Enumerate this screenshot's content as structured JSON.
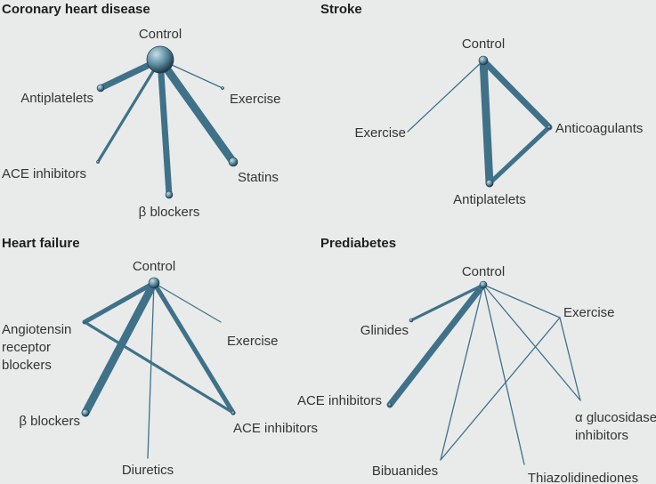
{
  "colors": {
    "background": "#e9ebeb",
    "edge": "#3f7189",
    "node_dark": "#1f3c4c",
    "node_light": "#c7dde6",
    "text": "#333333"
  },
  "panels": [
    {
      "title": "Coronary heart disease",
      "nodes": [
        {
          "id": "control",
          "label": "Control"
        },
        {
          "id": "antiplatelets",
          "label": "Antiplatelets"
        },
        {
          "id": "exercise",
          "label": "Exercise"
        },
        {
          "id": "ace",
          "label": "ACE inhibitors"
        },
        {
          "id": "statins",
          "label": "Statins"
        },
        {
          "id": "beta",
          "label": "β blockers"
        }
      ],
      "edges": [
        {
          "from": "control",
          "to": "antiplatelets",
          "weight": 4
        },
        {
          "from": "control",
          "to": "exercise",
          "weight": 1
        },
        {
          "from": "control",
          "to": "ace",
          "weight": 2
        },
        {
          "from": "control",
          "to": "statins",
          "weight": 5
        },
        {
          "from": "control",
          "to": "beta",
          "weight": 4
        }
      ]
    },
    {
      "title": "Stroke",
      "nodes": [
        {
          "id": "control",
          "label": "Control"
        },
        {
          "id": "exercise",
          "label": "Exercise"
        },
        {
          "id": "anticoagulants",
          "label": "Anticoagulants"
        },
        {
          "id": "antiplatelets",
          "label": "Antiplatelets"
        }
      ],
      "edges": [
        {
          "from": "control",
          "to": "exercise",
          "weight": 1
        },
        {
          "from": "control",
          "to": "anticoagulants",
          "weight": 4
        },
        {
          "from": "control",
          "to": "antiplatelets",
          "weight": 5
        },
        {
          "from": "anticoagulants",
          "to": "antiplatelets",
          "weight": 3
        }
      ]
    },
    {
      "title": "Heart failure",
      "nodes": [
        {
          "id": "control",
          "label": "Control"
        },
        {
          "id": "arb",
          "label": "Angiotensin receptor blockers",
          "lines": [
            "Angiotensin",
            "receptor",
            "blockers"
          ]
        },
        {
          "id": "exercise",
          "label": "Exercise"
        },
        {
          "id": "beta",
          "label": "β blockers"
        },
        {
          "id": "ace",
          "label": "ACE inhibitors"
        },
        {
          "id": "diuretics",
          "label": "Diuretics"
        }
      ],
      "edges": [
        {
          "from": "control",
          "to": "arb",
          "weight": 3
        },
        {
          "from": "control",
          "to": "exercise",
          "weight": 1
        },
        {
          "from": "control",
          "to": "beta",
          "weight": 5
        },
        {
          "from": "control",
          "to": "ace",
          "weight": 3
        },
        {
          "from": "control",
          "to": "diuretics",
          "weight": 1
        },
        {
          "from": "arb",
          "to": "ace",
          "weight": 2
        }
      ]
    },
    {
      "title": "Prediabetes",
      "nodes": [
        {
          "id": "control",
          "label": "Control"
        },
        {
          "id": "glinides",
          "label": "Glinides"
        },
        {
          "id": "exercise",
          "label": "Exercise"
        },
        {
          "id": "ace",
          "label": "ACE inhibitors"
        },
        {
          "id": "alpha",
          "label": "α glucosidase inhibitors",
          "lines": [
            "α glucosidase",
            "inhibitors"
          ]
        },
        {
          "id": "biguanides",
          "label": "Bibuanides"
        },
        {
          "id": "tzd",
          "label": "Thiazolidinediones"
        }
      ],
      "edges": [
        {
          "from": "control",
          "to": "glinides",
          "weight": 2
        },
        {
          "from": "control",
          "to": "exercise",
          "weight": 1
        },
        {
          "from": "control",
          "to": "ace",
          "weight": 4
        },
        {
          "from": "control",
          "to": "alpha",
          "weight": 1
        },
        {
          "from": "control",
          "to": "biguanides",
          "weight": 1
        },
        {
          "from": "control",
          "to": "tzd",
          "weight": 1
        },
        {
          "from": "exercise",
          "to": "biguanides",
          "weight": 1
        },
        {
          "from": "exercise",
          "to": "alpha",
          "weight": 1
        }
      ]
    }
  ]
}
